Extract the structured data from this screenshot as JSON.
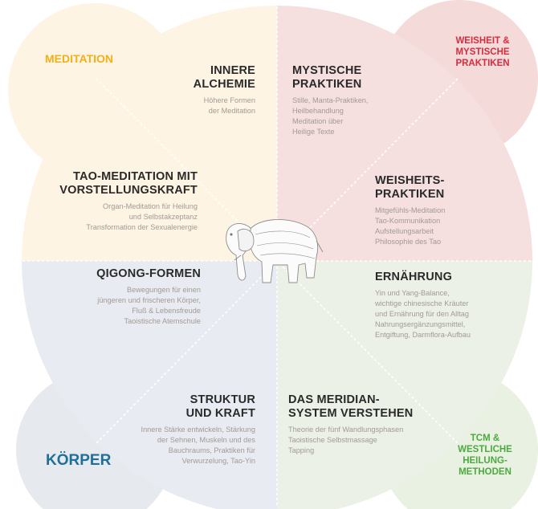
{
  "corners": {
    "top_left": {
      "text": "MEDITATION",
      "color": "#f2b019"
    },
    "top_right": {
      "lines": [
        "WEISHEIT &",
        "MYSTISCHE",
        "PRAKTIKEN"
      ],
      "color": "#d42d3e"
    },
    "bottom_left": {
      "text": "KÖRPER",
      "color": "#1f6f99"
    },
    "bottom_right": {
      "lines": [
        "TCM &",
        "WESTLICHE",
        "HEILUNG-",
        "METHODEN"
      ],
      "color": "#4caa3e"
    }
  },
  "colors": {
    "meditation": "#fdf4e3",
    "wisdom": "#f5dfdf",
    "body": "#e8ebf1",
    "tcm": "#ebf1e6",
    "corner_tl": "#fdf4e3",
    "corner_tr": "#f5dada",
    "corner_bl": "#e6e9ee",
    "corner_br": "#e9f1e2"
  },
  "sections": {
    "innere_alchemie": {
      "title": [
        "INNERE",
        "ALCHEMIE"
      ],
      "lines": [
        "Höhere Formen",
        "der Meditation"
      ]
    },
    "mystische_praktiken": {
      "title": [
        "MYSTISCHE",
        "PRAKTIKEN"
      ],
      "lines": [
        "Stille, Manta-Praktiken,",
        "Heilbehandlung",
        "Meditation über",
        "Heilige Texte"
      ]
    },
    "tao_meditation": {
      "title": [
        "TAO-MEDITATION MIT",
        "VORSTELLUNGSKRAFT"
      ],
      "lines": [
        "Organ-Meditation für Heilung",
        "und Selbstakzeptanz",
        "Transformation der Sexualenergie"
      ]
    },
    "weisheitspraktiken": {
      "title": [
        "WEISHEITS-",
        "PRAKTIKEN"
      ],
      "lines": [
        "Mitgefühls-Meditation",
        "Tao-Kommunikation",
        "Aufstellungsarbeit",
        "Philosophie des Tao"
      ]
    },
    "qigong": {
      "title": [
        "QIGONG-FORMEN"
      ],
      "lines": [
        "Bewegungen für einen",
        "jüngeren und frischeren Körper,",
        "Fluß & Lebensfreude",
        "Taoistische Atemschule"
      ]
    },
    "ernaehrung": {
      "title": [
        "ERNÄHRUNG"
      ],
      "lines": [
        "Yin und Yang-Balance,",
        "wichtige chinesische Kräuter",
        "und Ernährung für den Alltag",
        "Nahrungsergänzungsmittel,",
        "Entgiftung, Darmflora-Aufbau"
      ]
    },
    "struktur": {
      "title": [
        "STRUKTUR",
        "UND KRAFT"
      ],
      "lines": [
        "Innere Stärke entwickeln, Stärkung",
        "der Sehnen, Muskeln und des",
        "Bauchraums, Praktiken für",
        "Verwurzelung, Tao-Yin"
      ]
    },
    "meridian": {
      "title": [
        "DAS MERIDIAN-",
        "SYSTEM VERSTEHEN"
      ],
      "lines": [
        "Theorie der fünf Wandlungsphasen",
        "Taoistische Selbstmassage",
        "Tapping"
      ]
    }
  }
}
